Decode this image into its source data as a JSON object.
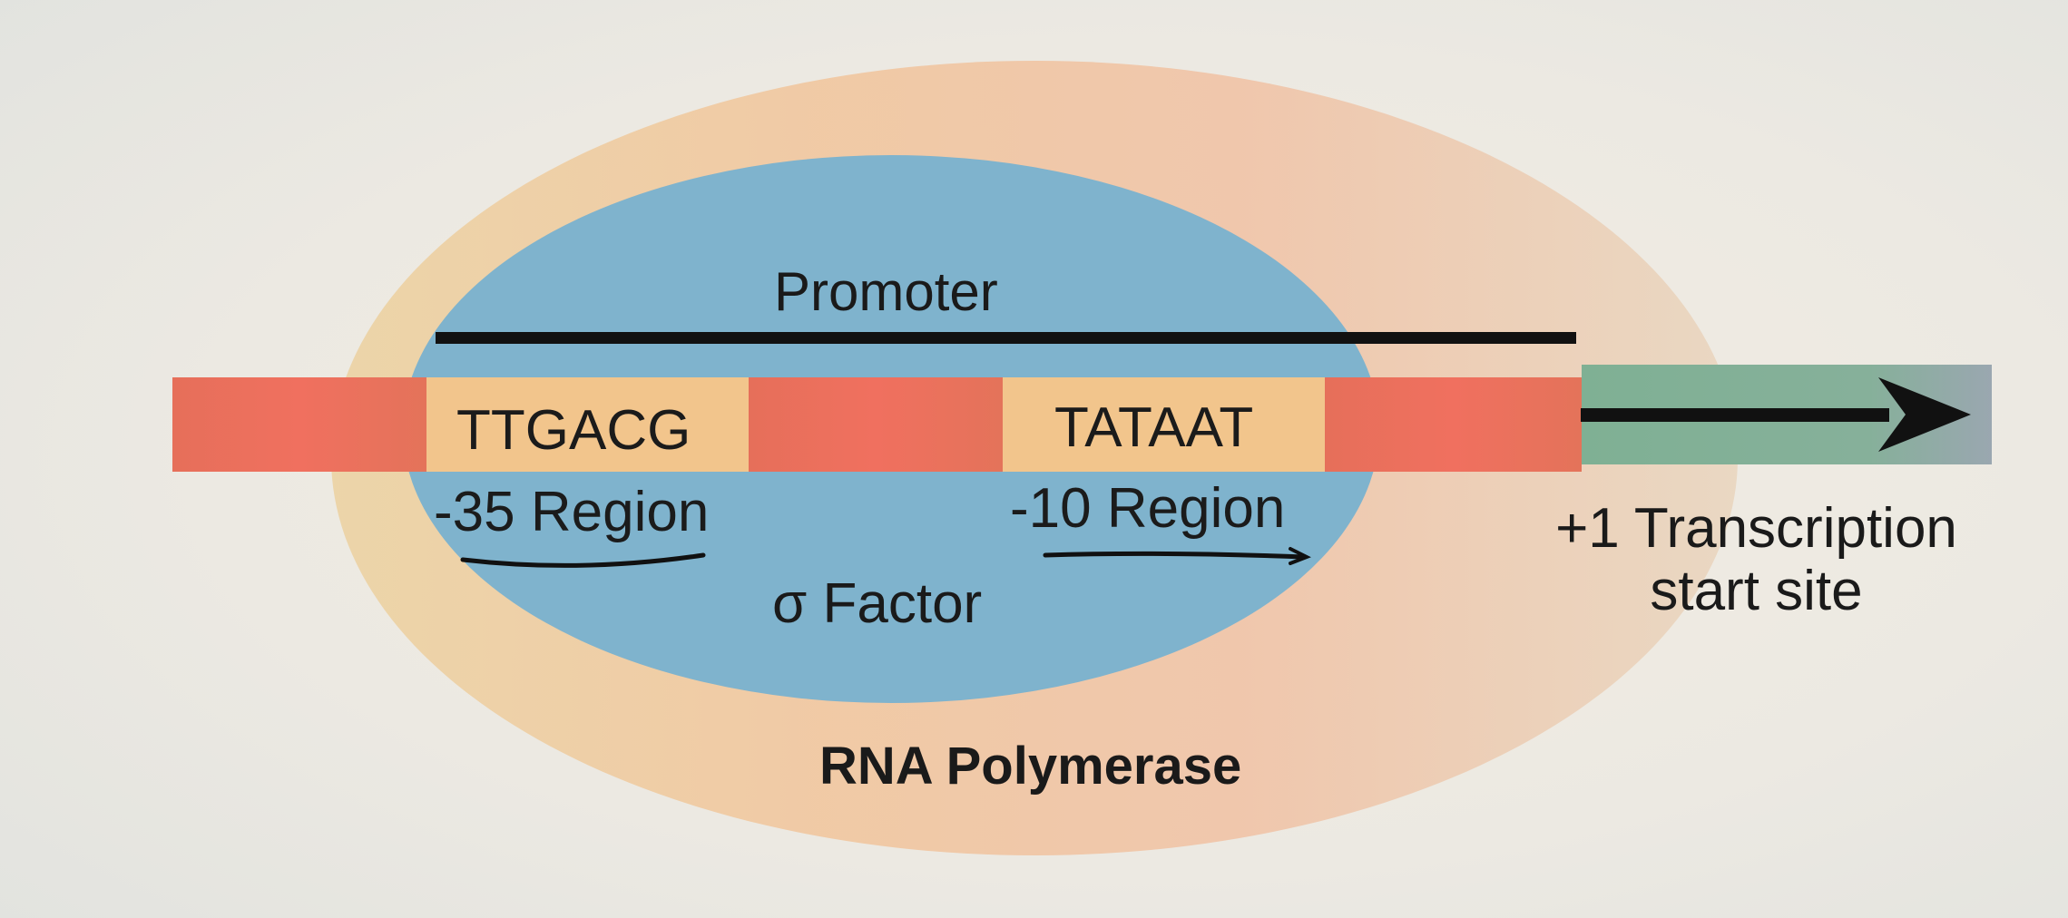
{
  "diagram": {
    "promoter_label": "Promoter",
    "minus35": {
      "sequence": "TTGACG",
      "region_label": "-35 Region"
    },
    "minus10": {
      "sequence": "TATAAT",
      "region_label": "-10 Region"
    },
    "sigma_label": "σ Factor",
    "polymerase_label": "RNA Polymerase",
    "tss": {
      "line1": "+1 Transcription",
      "line2": "start site"
    }
  },
  "colors": {
    "background": "#e9e8e3",
    "polymerase_outer": "#eecf9f",
    "sigma_factor": "#7fb3cd",
    "dna_red": "#e8705a",
    "dna_consensus": "#f2c58c",
    "dna_green": "#7fb092",
    "line": "#111111"
  }
}
